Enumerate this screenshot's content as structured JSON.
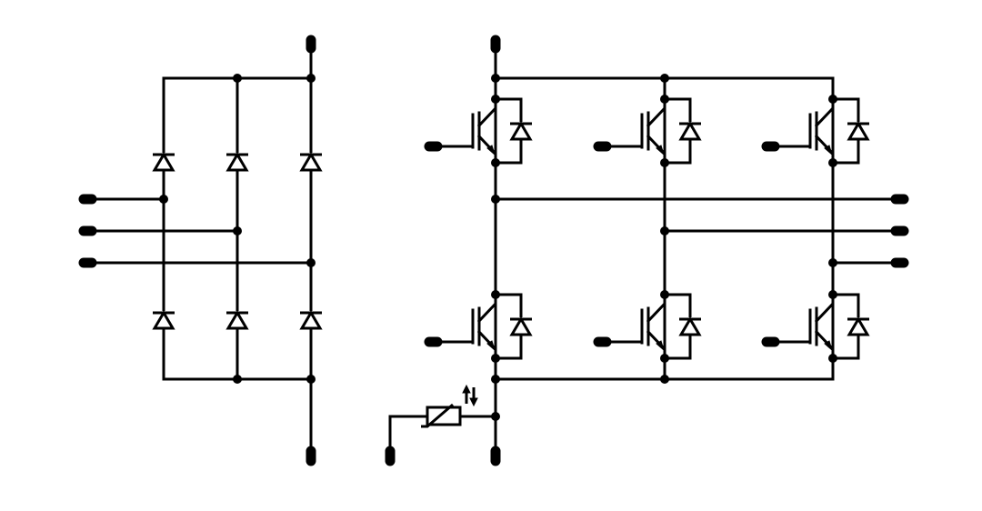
{
  "diagram": {
    "components": {
      "rectifier_diodes": 6,
      "igbt_switches": 6,
      "freewheel_diodes": 6,
      "thermistor": 1
    },
    "colors": {
      "wire": "#000000",
      "background": "#ffffff"
    }
  }
}
